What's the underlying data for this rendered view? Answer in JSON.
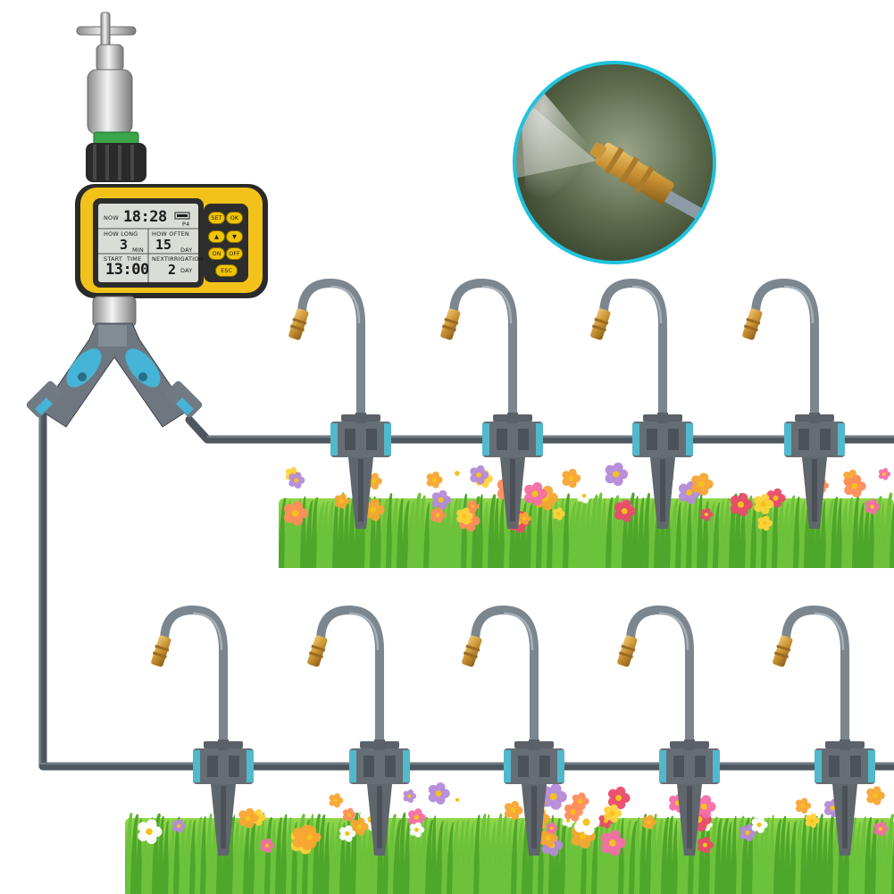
{
  "lcd": {
    "now_label": "NOW",
    "clock": "18:28",
    "p_label": "P4",
    "how_long_label": "HOW LONG",
    "how_long_value": "3",
    "how_long_unit": "MIN",
    "how_often_label": "HOW OFTEN",
    "how_often_value": "15",
    "how_often_unit": "DAY",
    "start_label": "START",
    "time_label": "TIME",
    "start_time": "13:00",
    "next_label": "NEXT",
    "irrigation_label": "IRRIGATION",
    "next_value": "2",
    "next_unit": "DAY"
  },
  "buttons": {
    "set": "SET",
    "ok": "OK",
    "up": "▲",
    "down": "▼",
    "on": "ON",
    "off": "OFF",
    "esc": "ESC"
  },
  "colors": {
    "timer_yellow": "#f3c21a",
    "timer_dark": "#2a2a2a",
    "lcd_bg": "#d9ddd6",
    "pipe": "#525a62",
    "stake": "#5f666c",
    "connector_band": "#52b8cc",
    "nozzle_brass": "#d9a640",
    "valve_blue": "#45b4d6",
    "grass": "#6cc23a",
    "inset_ring": "#1fc3dc"
  }
}
